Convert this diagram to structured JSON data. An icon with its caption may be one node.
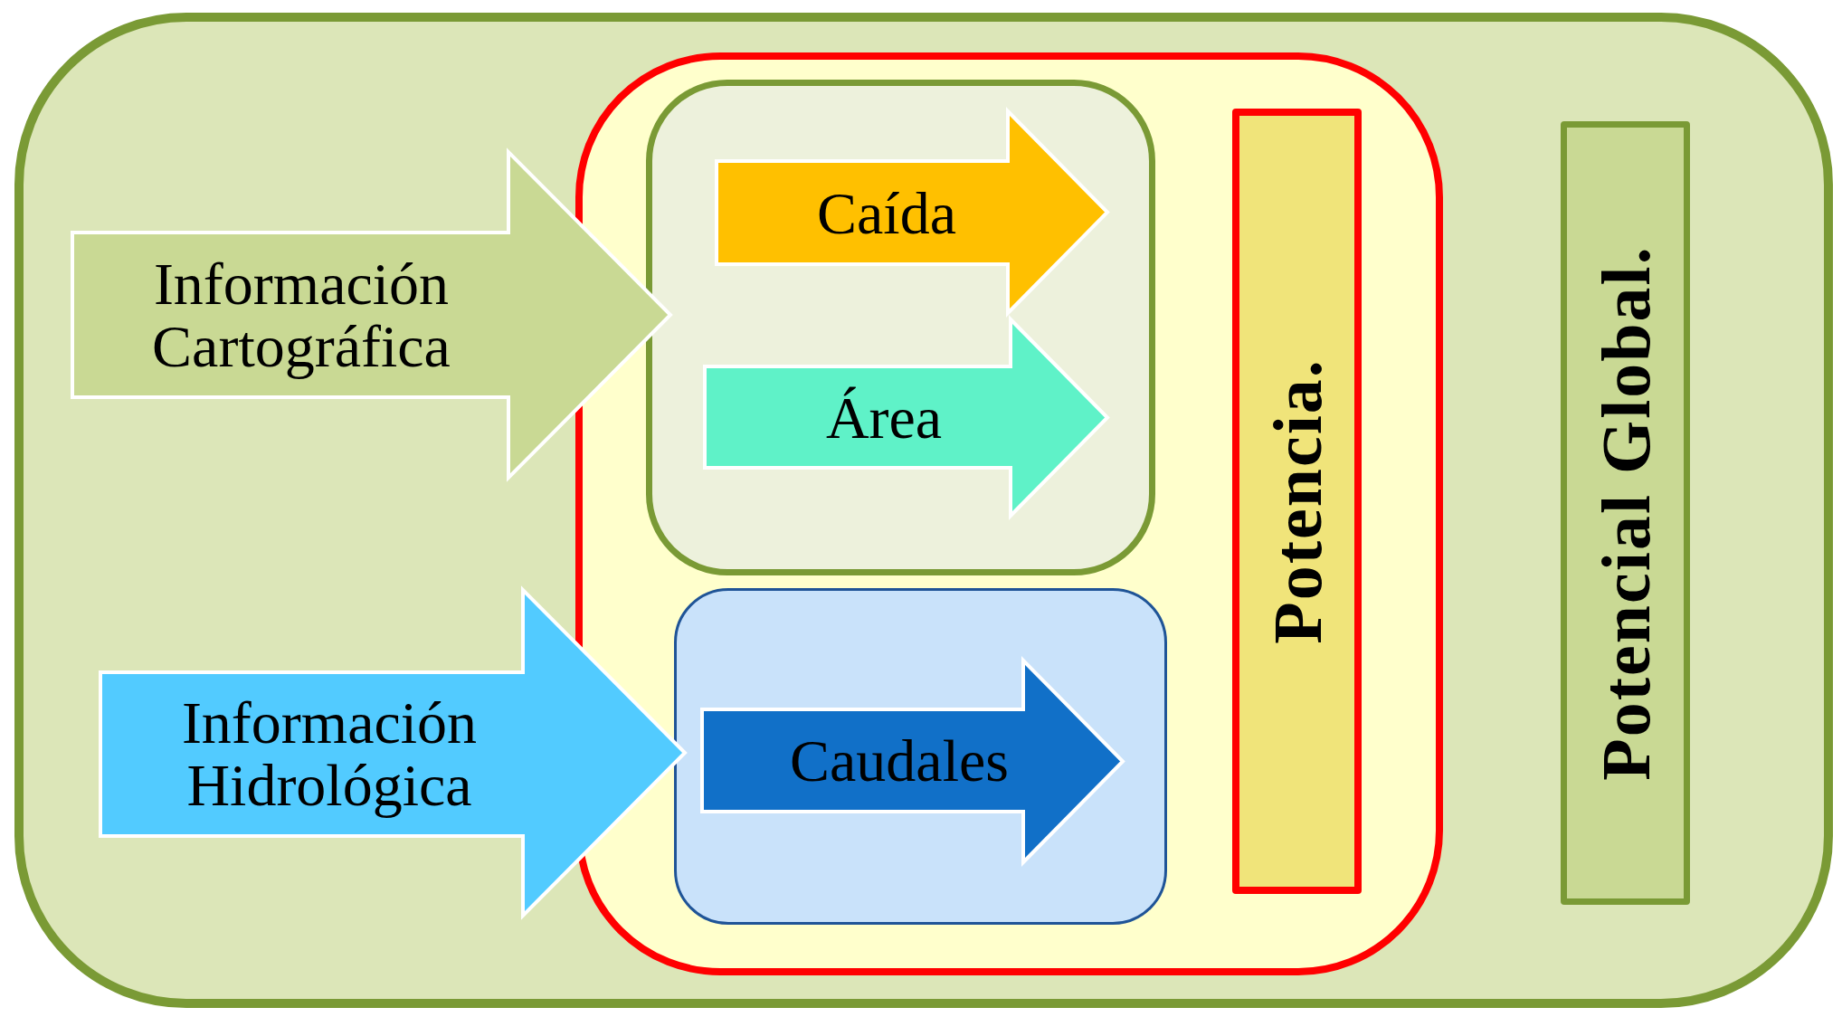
{
  "diagram": {
    "nodes": [
      {
        "text": [],
        "shape": "box"
      },
      {
        "text": [
          "Información Cartográfica"
        ],
        "in": 0
      },
      {
        "text": [],
        "shape": "box",
        "in": 0
      },
      {
        "text": [],
        "shape": "box",
        "in": 2
      },
      {
        "text": [
          "Caída"
        ],
        "in": 3
      },
      {
        "text": [
          "Área"
        ],
        "in": 3
      },
      {
        "text": [],
        "shape": "box",
        "in": 2
      },
      {
        "text": [
          "Caudales"
        ],
        "in": 6
      },
      {
        "text": [
          "Potencia."
        ],
        "in": 2
      },
      {
        "text": [
          "Información Hidrológica"
        ],
        "in": 0
      },
      {
        "text": [
          "Potencial Global."
        ],
        "in": 0
      }
    ]
  }
}
